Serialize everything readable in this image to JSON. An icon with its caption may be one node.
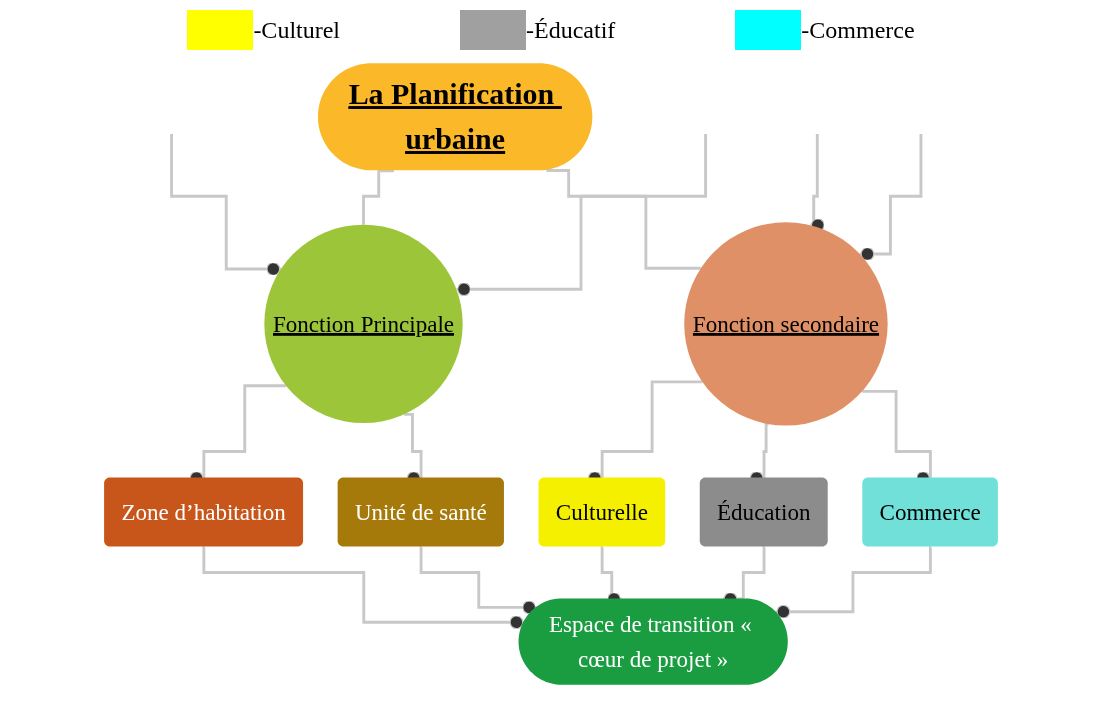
{
  "diagram": {
    "nodes": [
      {
        "text": [
          "La Planification urbaine"
        ]
      },
      {
        "text": [
          "Fonction Principale"
        ]
      },
      {
        "text": [
          "Fonction secondaire"
        ]
      },
      {
        "text": [
          "Zone d’habitation"
        ]
      },
      {
        "text": [
          "Unité de santé"
        ]
      },
      {
        "text": [
          "Culturelle"
        ]
      },
      {
        "text": [
          "Éducation"
        ]
      },
      {
        "text": [
          "Commerce"
        ]
      },
      {
        "text": [
          "Espace de transition « cœur de projet »"
        ]
      }
    ],
    "edges": [
      {
        "from": 0,
        "to": 1,
        "arrow": "none"
      },
      {
        "from": 0,
        "to": 2,
        "arrow": "none"
      },
      {
        "from": null,
        "to": 1,
        "arrow": "other"
      },
      {
        "from": null,
        "to": 1,
        "arrow": "other"
      },
      {
        "from": null,
        "to": 2,
        "arrow": "other"
      },
      {
        "from": null,
        "to": 2,
        "arrow": "other"
      },
      {
        "from": 1,
        "to": 3,
        "arrow": "other"
      },
      {
        "from": 1,
        "to": 4,
        "arrow": "other"
      },
      {
        "from": 2,
        "to": 5,
        "arrow": "other"
      },
      {
        "from": 2,
        "to": 6,
        "arrow": "other"
      },
      {
        "from": 2,
        "to": 7,
        "arrow": "other"
      },
      {
        "from": 3,
        "to": 8,
        "arrow": "other"
      },
      {
        "from": 4,
        "to": 8,
        "arrow": "other"
      },
      {
        "from": 5,
        "to": 8,
        "arrow": "other"
      },
      {
        "from": 6,
        "to": 8,
        "arrow": "other"
      },
      {
        "from": 7,
        "to": 8,
        "arrow": "other"
      }
    ],
    "legend": [
      {
        "text": "-Culturel",
        "color": "#ffff00"
      },
      {
        "text": "-Éducatif",
        "color": "#a0a0a0"
      },
      {
        "text": "-Commerce",
        "color": "#00ffff"
      }
    ]
  }
}
